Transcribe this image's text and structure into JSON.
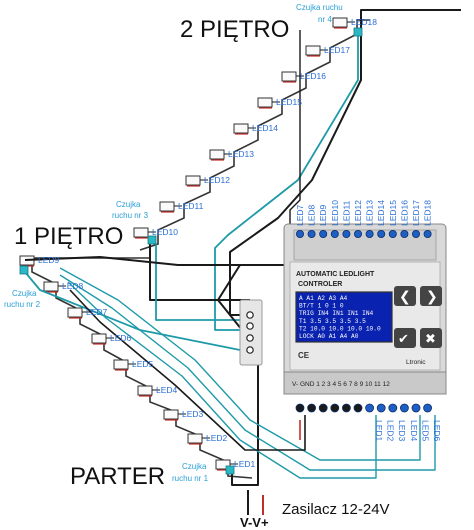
{
  "floors": {
    "second": "2 PIĘTRO",
    "first": "1 PIĘTRO",
    "ground": "PARTER"
  },
  "sensors": [
    {
      "line1": "Czujka ruchu",
      "line2": "nr 4"
    },
    {
      "line1": "Czujka",
      "line2": "ruchu nr 3"
    },
    {
      "line1": "Czujka",
      "line2": "ruchu nr 2"
    },
    {
      "line1": "Czujka",
      "line2": "ruchu nr 1"
    }
  ],
  "leds": [
    "LED1",
    "LED2",
    "LED3",
    "LED4",
    "LED5",
    "LED6",
    "LED7",
    "LED8",
    "LED9",
    "LED10",
    "LED11",
    "LED12",
    "LED13",
    "LED14",
    "LED15",
    "LED16",
    "LED17",
    "LED18"
  ],
  "controller": {
    "title1": "AUTOMATIC LEDLIGHT",
    "title2": "CONTROLER",
    "brand": "Ltronic",
    "top_terminals": [
      "LED7",
      "LED8",
      "LED9",
      "LED10",
      "LED11",
      "LED12",
      "LED13",
      "LED14",
      "LED15",
      "LED16",
      "LED17",
      "LED18"
    ],
    "bottom_terminals": [
      "LED1",
      "LED2",
      "LED3",
      "LED4",
      "LED5",
      "LED6"
    ],
    "bottom_strip": "V- GND 1 2 3 4 5 6 7 8 9 10 11 12",
    "screen_lines": [
      "A  A1  A2  A3  A4",
      "BT/T  1  0  1  0",
      "TRIG IN4 IN1 IN1 IN4",
      "T1  3.5  3.5  3.5  3.5",
      "T2  10.0 10.0 10.0 10.0",
      "LOCK A0  A1  A4  A0"
    ]
  },
  "power": {
    "terminals": "V-V+",
    "label": "Zasilacz 12-24V"
  },
  "colors": {
    "wire_black": "#1a1a1a",
    "wire_teal": "#1e9aa8",
    "wire_red": "#c0302a",
    "led_label": "#2a6fd6",
    "sensor_label": "#2a9fd6",
    "terminal_blue": "#1f5fc4"
  }
}
